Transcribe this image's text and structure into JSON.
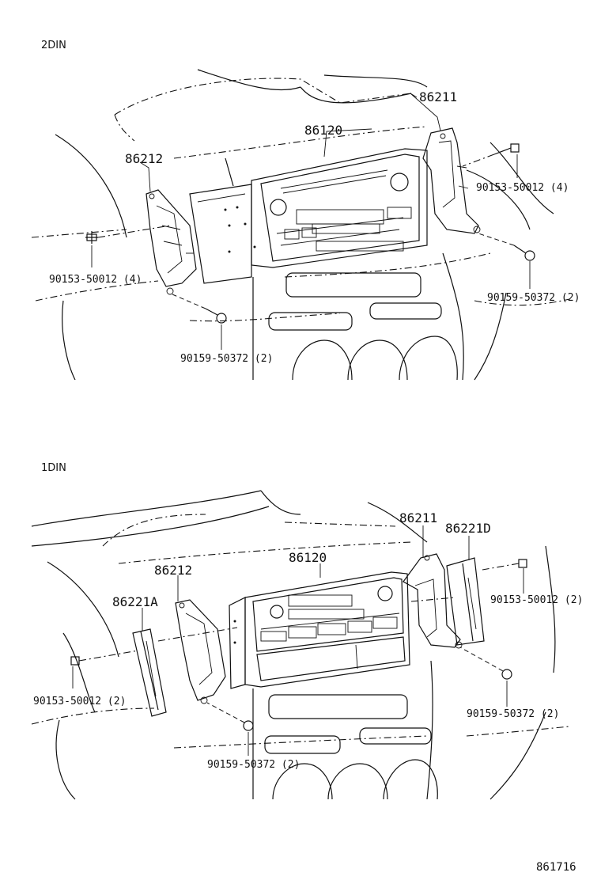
{
  "sections": {
    "top": {
      "title": "2DIN"
    },
    "bottom": {
      "title": "1DIN"
    }
  },
  "callouts": {
    "top": {
      "bracket_right": "86211",
      "radio_unit": "86120",
      "bracket_left": "86212",
      "screw_right_upper": "90153-50012 (4)",
      "screw_left": "90153-50012 (4)",
      "screw_right_lower": "90159-50372 (2)",
      "screw_bottom": "90159-50372 (2)"
    },
    "bottom": {
      "bracket_right": "86211",
      "spacer_right": "86221D",
      "bracket_left": "86212",
      "radio_unit": "86120",
      "spacer_left": "86221A",
      "screw_right_upper": "90153-50012 (2)",
      "screw_left": "90153-50012 (2)",
      "screw_right_lower": "90159-50372 (2)",
      "screw_bottom": "90159-50372 (2)"
    }
  },
  "diagram_id": "861716"
}
